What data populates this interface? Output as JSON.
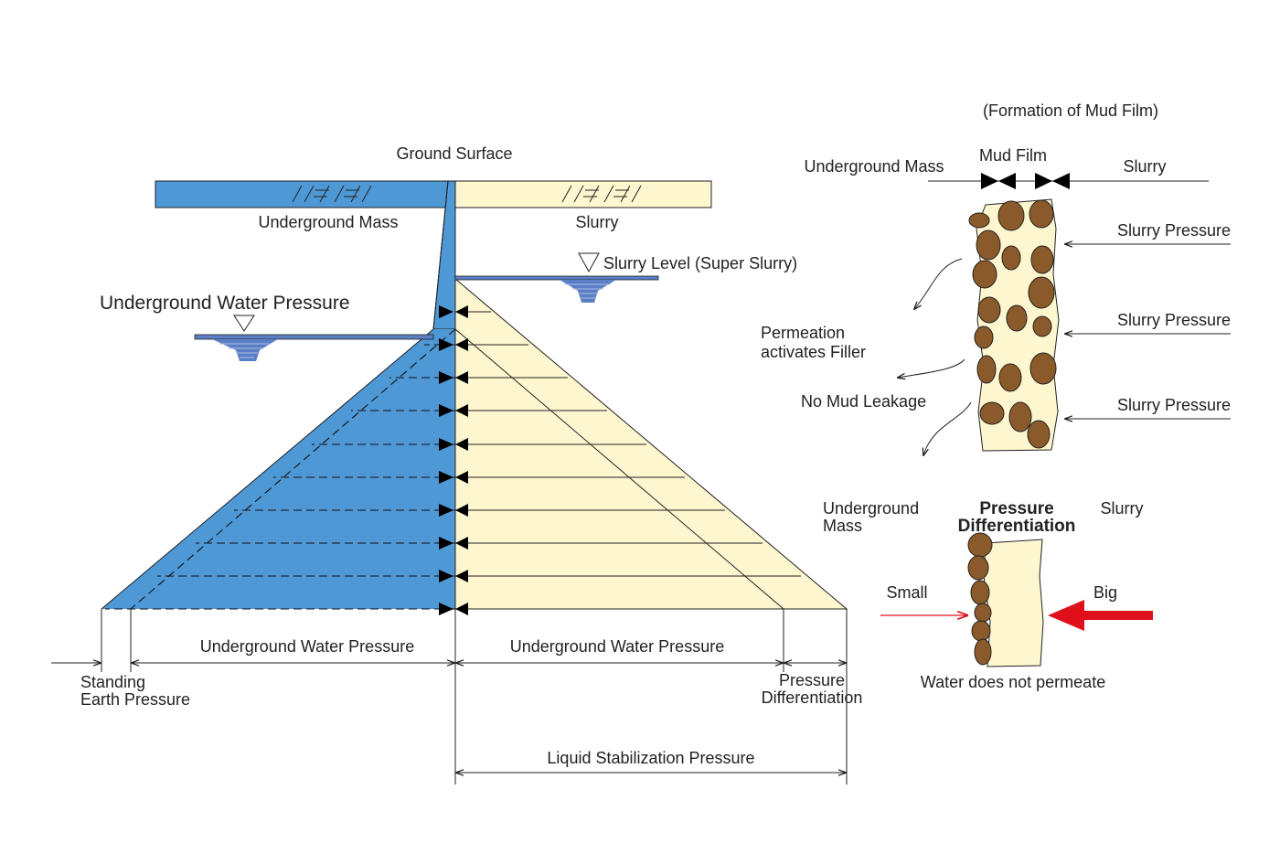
{
  "colors": {
    "ground_blue": "#4f98d6",
    "slurry_cream": "#fdf6cf",
    "mud_brown": "#8b5a2b",
    "arrow_red": "#e0101b",
    "line": "#222222"
  },
  "main": {
    "ground_surface": "Ground Surface",
    "underground_mass": "Underground Mass",
    "slurry": "Slurry",
    "slurry_level": "Slurry Level (Super Slurry)",
    "underground_water_pressure_top": "Underground Water Pressure",
    "dim_water_left": "Underground Water Pressure",
    "dim_water_right": "Underground Water Pressure",
    "standing_1": "Standing",
    "standing_2": "Earth Pressure",
    "pressure_diff_1": "Pressure",
    "pressure_diff_2": "Differentiation",
    "liquid_stabilization": "Liquid Stabilization Pressure"
  },
  "mudfilm": {
    "title": "(Formation of Mud Film)",
    "mud_film": "Mud Film",
    "underground_mass": "Underground Mass",
    "slurry": "Slurry",
    "slurry_pressure_1": "Slurry Pressure",
    "slurry_pressure_2": "Slurry Pressure",
    "slurry_pressure_3": "Slurry Pressure",
    "permeation_1": "Permeation",
    "permeation_2": "activates Filler",
    "no_mud_leakage": "No Mud Leakage"
  },
  "pressure_diff": {
    "underground_1": "Underground",
    "underground_2": "Mass",
    "title_1": "Pressure",
    "title_2": "Differentiation",
    "slurry": "Slurry",
    "small": "Small",
    "big": "Big",
    "caption": "Water does not permeate"
  }
}
